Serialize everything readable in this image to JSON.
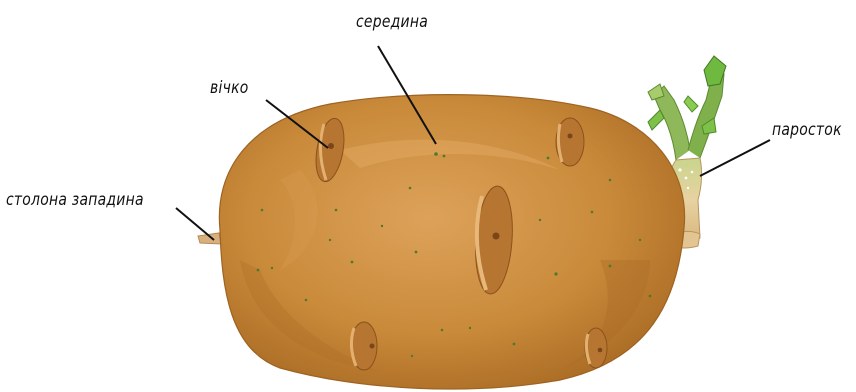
{
  "labels": {
    "middle": "середина",
    "eye": "вічко",
    "sprout": "паросток",
    "stolon_hollow": "столона западина"
  },
  "colors": {
    "potato_skin": "#C98A3A",
    "potato_shadow": "#A96A24",
    "potato_highlight": "#DDA25A",
    "eye_brown": "#7A4518",
    "sprout_green": "#6FAE3E",
    "sprout_stem": "#E8D2A2",
    "leader_line": "#111111"
  }
}
